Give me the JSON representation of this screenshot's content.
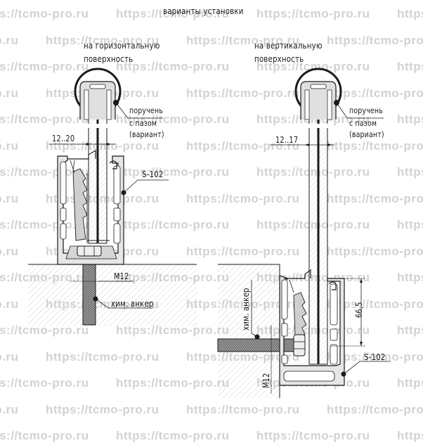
{
  "title": "варианты установки",
  "watermark": "https://tcmo-pro.ru",
  "left_variant": {
    "heading_line1": "на горизонтальную",
    "heading_line2": "поверхность",
    "handrail_label_line1": "поручень",
    "handrail_label_line2": "с пазом",
    "handrail_label_line3": "(вариант)",
    "glass_thickness": "12..20",
    "profile": "S-102",
    "bolt": "M12",
    "anchor": "хим. анкер"
  },
  "right_variant": {
    "heading_line1": "на вертикальную",
    "heading_line2": "поверхность",
    "handrail_label_line1": "поручень",
    "handrail_label_line2": "с пазом",
    "handrail_label_line3": "(вариант)",
    "glass_thickness": "12..17",
    "profile": "S-102",
    "bolt": "M12",
    "anchor": "хим. анкер",
    "height_dimension": "66,5"
  },
  "colors": {
    "line": "#1a1a1a",
    "profile_fill": "#e6e6e6",
    "glass_fill": "#f2f2f2",
    "concrete_hatch": "#c8c8c8",
    "watermark": "#d2d2d2"
  }
}
